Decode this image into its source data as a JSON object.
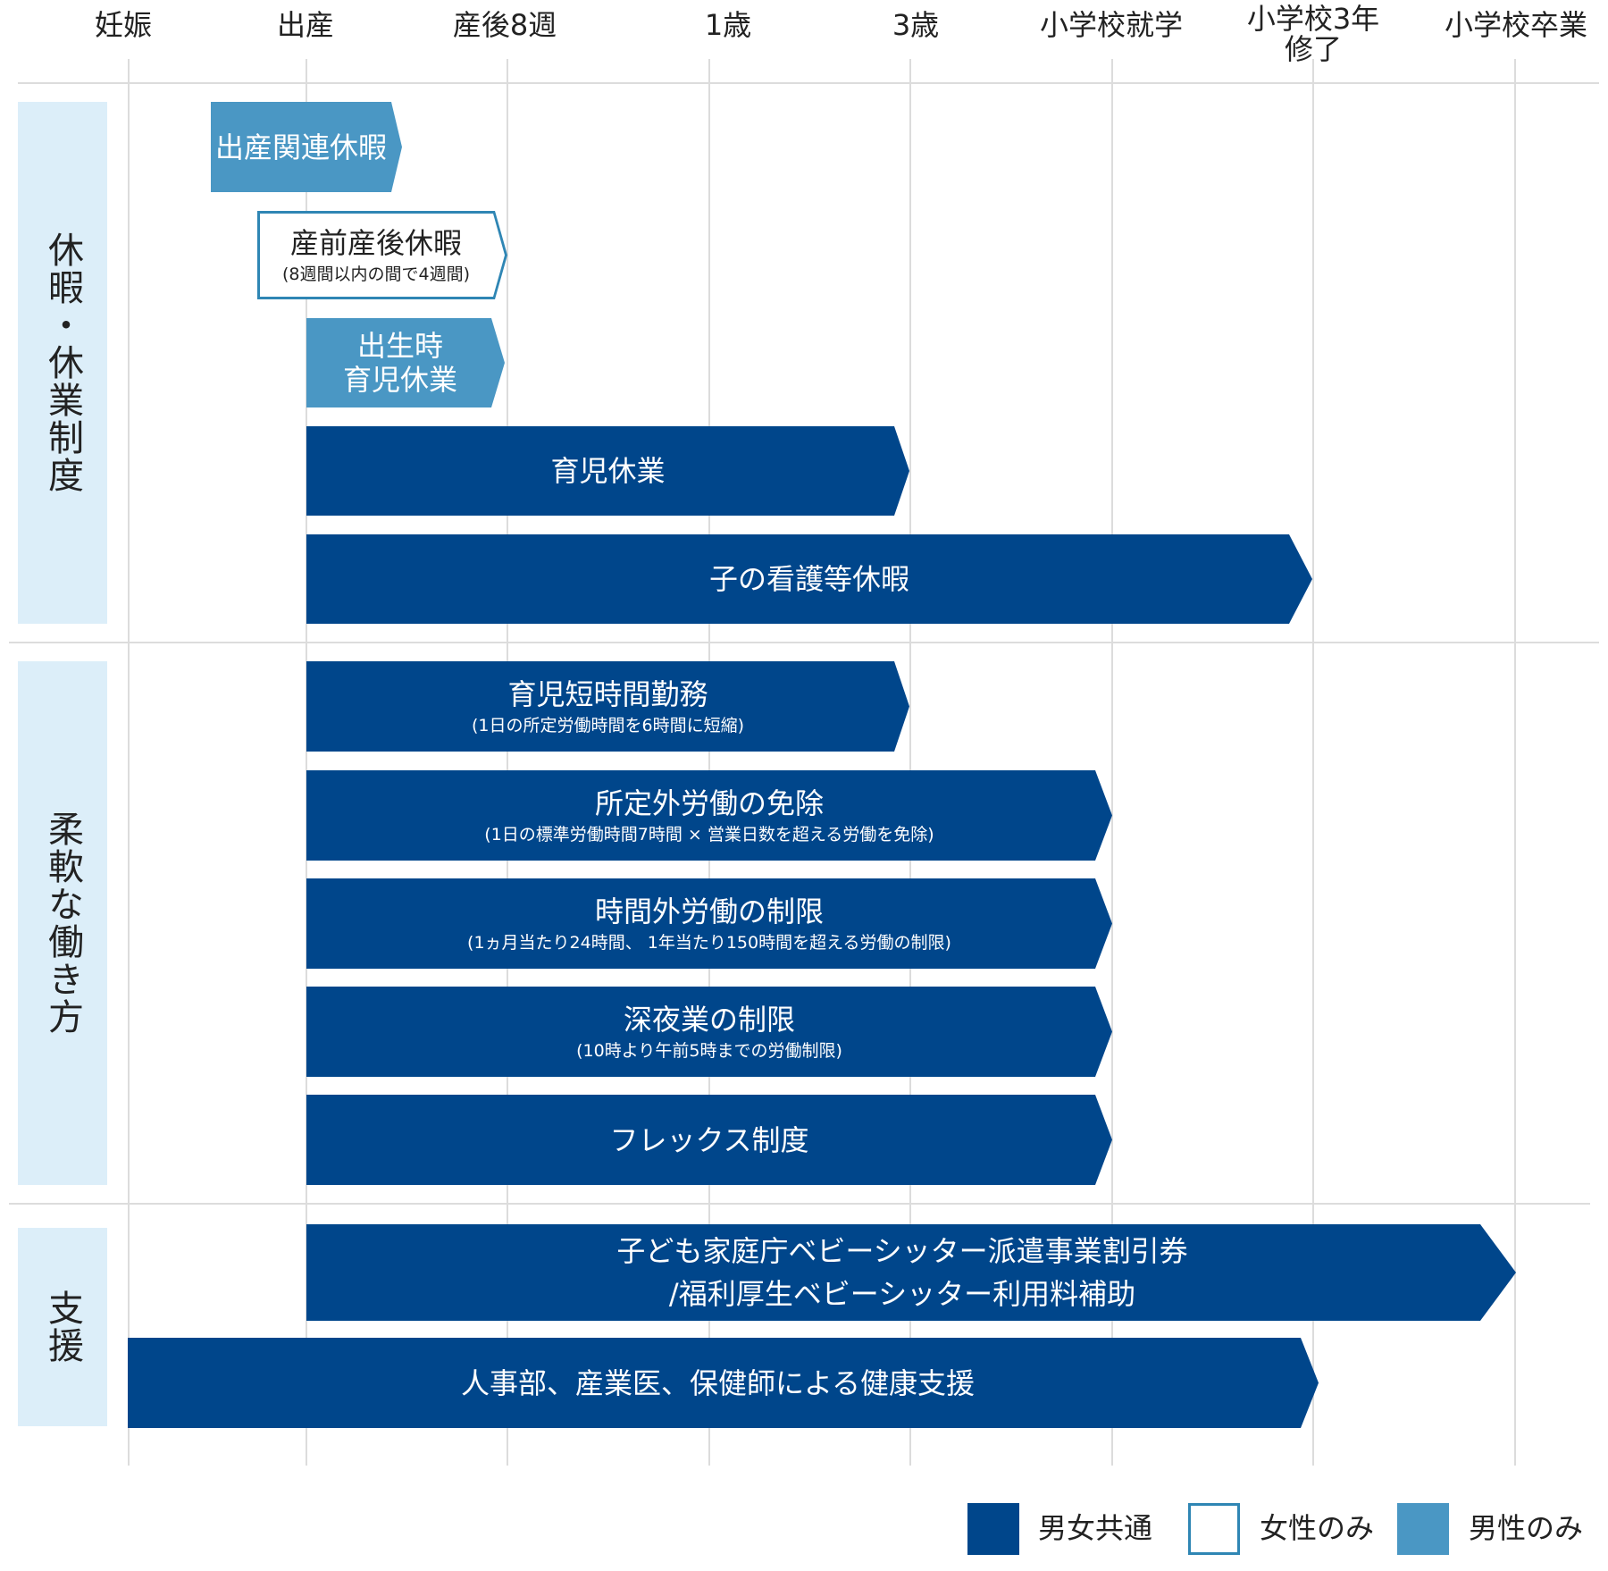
{
  "colors": {
    "shared": "#00468b",
    "women_only_border": "#2f86b4",
    "men_only": "#4a97c4",
    "section_bg": "#dceef9",
    "grid": "#dcdcdc"
  },
  "timeline": {
    "ticks": [
      "妊娠",
      "出産",
      "産後8週",
      "1歳",
      "3歳",
      "小学校就学",
      "小学校3年\n修了",
      "小学校卒業"
    ]
  },
  "sections": [
    {
      "label": "休暇・休業制度"
    },
    {
      "label": "柔軟な働き方"
    },
    {
      "label": "支援"
    }
  ],
  "bars": [
    {
      "label": "出産関連休暇",
      "sub": "",
      "type": "men_only"
    },
    {
      "label": "産前産後休暇",
      "sub": "(8週間以内の間で4週間)",
      "type": "women_only"
    },
    {
      "label": "出生時\n育児休業",
      "sub": "",
      "type": "men_only"
    },
    {
      "label": "育児休業",
      "sub": "",
      "type": "shared"
    },
    {
      "label": "子の看護等休暇",
      "sub": "",
      "type": "shared"
    },
    {
      "label": "育児短時間勤務",
      "sub": "(1日の所定労働時間を6時間に短縮)",
      "type": "shared"
    },
    {
      "label": "所定外労働の免除",
      "sub": "(1日の標準労働時間7時間 × 営業日数を超える労働を免除)",
      "type": "shared"
    },
    {
      "label": "時間外労働の制限",
      "sub": "(1ヵ月当たり24時間、 1年当たり150時間を超える労働の制限)",
      "type": "shared"
    },
    {
      "label": "深夜業の制限",
      "sub": "(10時より午前5時までの労働制限)",
      "type": "shared"
    },
    {
      "label": "フレックス制度",
      "sub": "",
      "type": "shared"
    },
    {
      "label": "子ども家庭庁ベビーシッター派遣事業割引券\n/福利厚生ベビーシッター利用料補助",
      "sub": "",
      "type": "shared"
    },
    {
      "label": "人事部、産業医、保健師による健康支援",
      "sub": "",
      "type": "shared"
    }
  ],
  "legend": [
    {
      "label": "男女共通",
      "type": "shared"
    },
    {
      "label": "女性のみ",
      "type": "women_only"
    },
    {
      "label": "男性のみ",
      "type": "men_only"
    }
  ]
}
